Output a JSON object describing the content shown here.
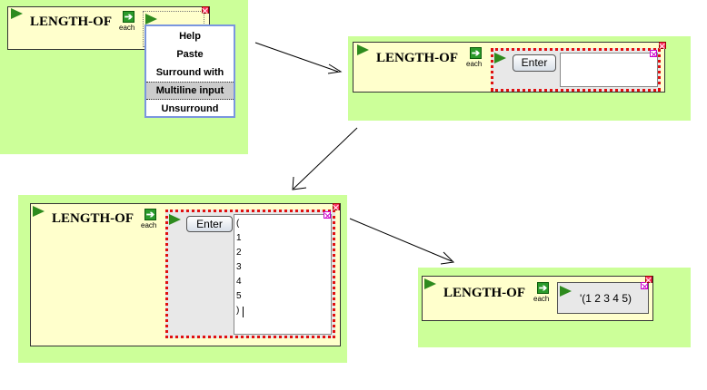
{
  "stage1": {
    "title": "LENGTH-OF",
    "each_label": "each",
    "context_menu": {
      "items": [
        "Help",
        "Paste",
        "Surround with",
        "Multiline input",
        "Unsurround"
      ],
      "selected": "Multiline input"
    }
  },
  "stage2": {
    "title": "LENGTH-OF",
    "each_label": "each",
    "enter_label": "Enter"
  },
  "stage3": {
    "title": "LENGTH-OF",
    "each_label": "each",
    "enter_label": "Enter",
    "input_lines": [
      "(",
      "1",
      "2",
      "3",
      "4",
      "5",
      ")"
    ]
  },
  "stage4": {
    "title": "LENGTH-OF",
    "each_label": "each",
    "result": "'(1 2 3 4 5)"
  },
  "colors": {
    "panel": "#ccff99",
    "box": "#ffffcc",
    "flag": "#2e8b1e",
    "slot_border": "#e01010",
    "menu_border": "#7a96df"
  },
  "icons": [
    "flag-icon",
    "each-arrow-icon",
    "close-icon"
  ]
}
